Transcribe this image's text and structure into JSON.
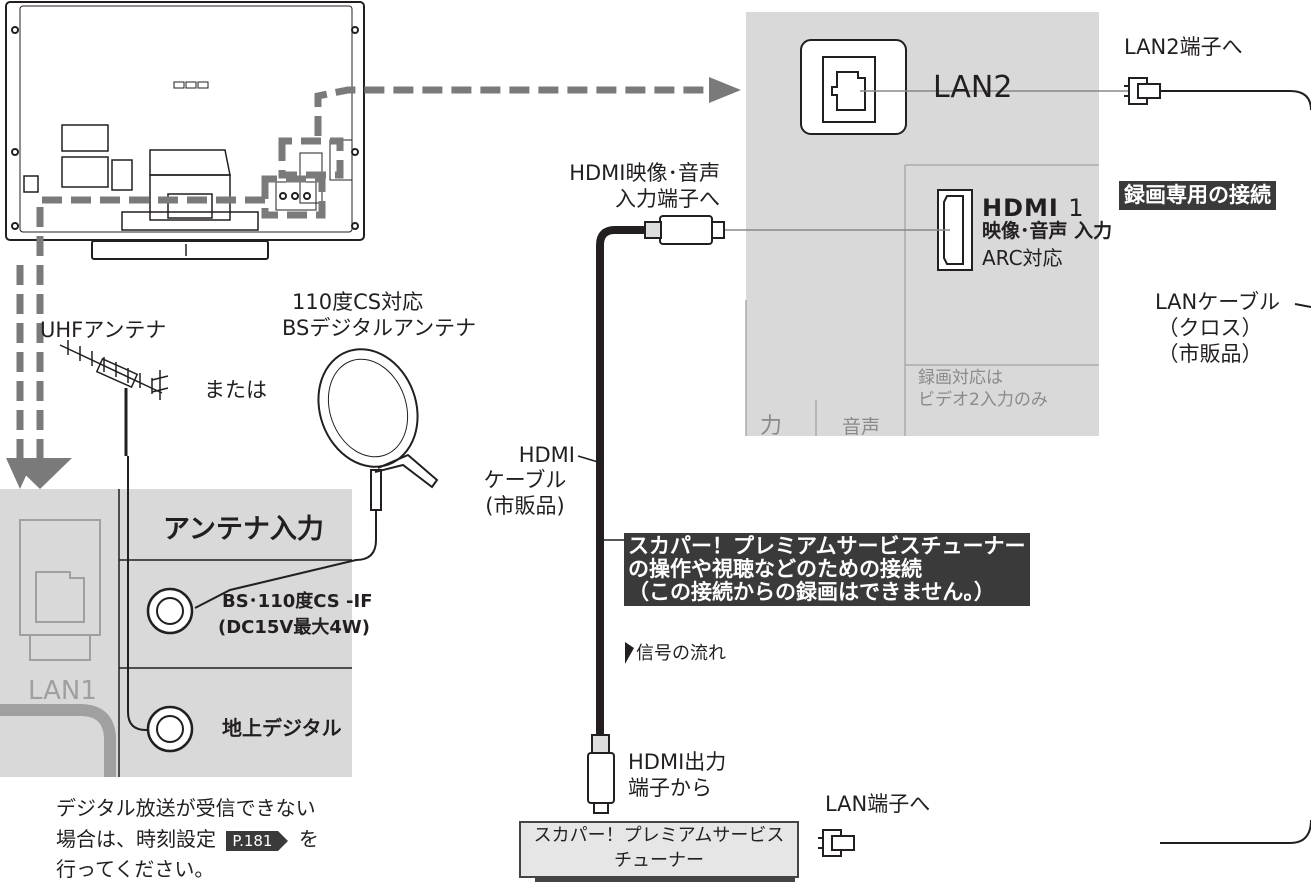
{
  "tv_panel_right": {
    "lan2_port_label": "LAN2",
    "hdmi_logo": "HDMI",
    "hdmi_number": "1",
    "hdmi_input_label": "映像･音声 入力",
    "hdmi_arc_label": "ARC対応",
    "video2_note_line1": "録画対応は",
    "video2_note_line2": "ビデオ2入力のみ",
    "partial_label_1": "力",
    "partial_label_2": "音声"
  },
  "tv_panel_left": {
    "antenna_input_title": "アンテナ入力",
    "bs_port_line1": "BS･110度CS -IF",
    "bs_port_line2": "(DC15V最大4W)",
    "terrestrial_port_label": "地上デジタル",
    "lan1_label": "LAN1"
  },
  "labels": {
    "to_lan2": "LAN2端子へ",
    "recording_only": "録画専用の接続",
    "lan_cable_line1": "LANケーブル",
    "lan_cable_line2": "（クロス）",
    "lan_cable_line3": "（市販品）",
    "to_hdmi_line1": "HDMI映像･音声",
    "to_hdmi_line2": "入力端子へ",
    "bs_antenna_line1": "110度CS対応",
    "bs_antenna_line2": "BSデジタルアンテナ",
    "uhf_antenna": "UHFアンテナ",
    "or": "または",
    "hdmi_cable_line1": "HDMI",
    "hdmi_cable_line2": "ケーブル",
    "hdmi_cable_line3": "(市販品)",
    "skyperfect_line1": "スカパー！プレミアムサービスチューナー",
    "skyperfect_line2": "の操作や視聴などのための接続",
    "skyperfect_line3": "（この接続からの録画はできません。）",
    "signal_flow": "信号の流れ",
    "from_hdmi_out_line1": "HDMI出力",
    "from_hdmi_out_line2": "端子から",
    "to_lan": "LAN端子へ",
    "tuner_line1": "スカパー！プレミアムサービス",
    "tuner_line2": "チューナー",
    "note_line1": "デジタル放送が受信できない",
    "note_line2_pre": "場合は、時刻設定",
    "note_page_ref": "P.181",
    "note_line2_post": "を",
    "note_line3": "行ってください。"
  },
  "colors": {
    "dark": "#231f20",
    "panel_gray": "#d9d9d9",
    "dashed_gray": "#7a7a7a",
    "label_inverse_bg": "#3a3a3a"
  }
}
